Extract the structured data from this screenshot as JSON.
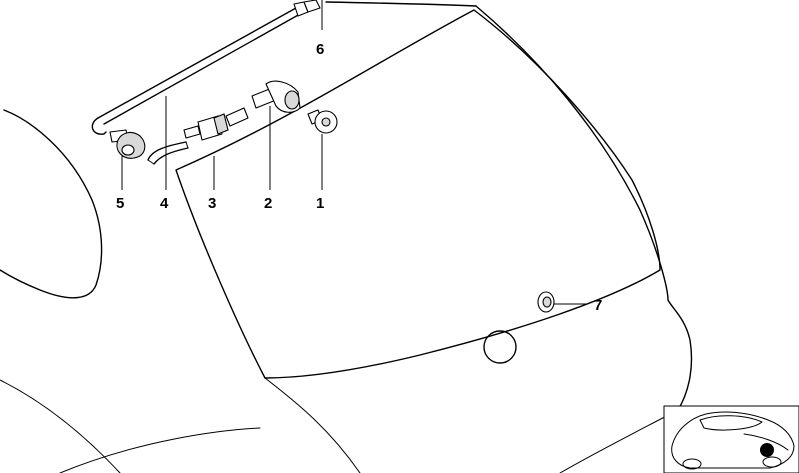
{
  "callouts": [
    {
      "id": "1",
      "label": "1",
      "part": "clip"
    },
    {
      "id": "2",
      "label": "2",
      "part": "elbow-connector"
    },
    {
      "id": "3",
      "label": "3",
      "part": "check-valve"
    },
    {
      "id": "4",
      "label": "4",
      "part": "hose-bend"
    },
    {
      "id": "5",
      "label": "5",
      "part": "spray-nozzle"
    },
    {
      "id": "6",
      "label": "6",
      "part": "hose-line"
    },
    {
      "id": "7",
      "label": "7",
      "part": "grommet"
    }
  ],
  "colors": {
    "line": "#000000",
    "background": "#ffffff",
    "part_fill": "#d9d9d9"
  }
}
